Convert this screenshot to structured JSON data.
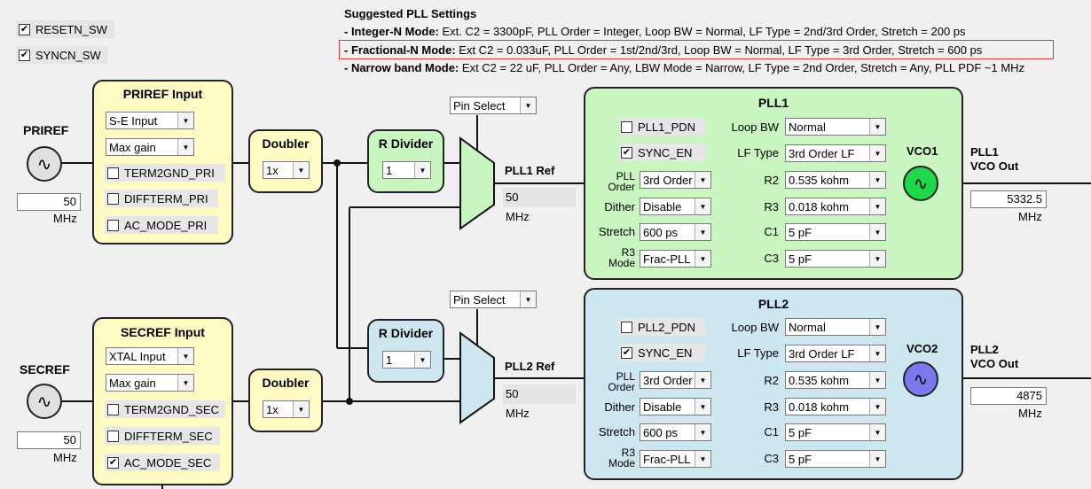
{
  "top_checkboxes": [
    {
      "label": "RESETN_SW",
      "checked": true
    },
    {
      "label": "SYNCN_SW",
      "checked": true
    }
  ],
  "suggested": {
    "title": "Suggested PLL Settings",
    "lines": [
      {
        "bold": "- Integer-N Mode:",
        "rest": " Ext. C2 = 3300pF, PLL Order = Integer, Loop BW = Normal, LF Type = 2nd/3rd Order, Stretch = 200 ps"
      },
      {
        "bold": "- Fractional-N Mode:",
        "rest": " Ext C2 = 0.033uF, PLL Order = 1st/2nd/3rd, Loop BW = Normal, LF Type = 3rd Order, Stretch = 600 ps",
        "highlight": true
      },
      {
        "bold": "- Narrow band Mode:",
        "rest": " Ext C2 = 22 uF, PLL Order = Any, LBW Mode = Narrow, LF Type = 2nd Order, Stretch = Any, PLL PDF ~1 MHz"
      }
    ],
    "highlight_color": "#d9383a"
  },
  "priref": {
    "label": "PRIREF",
    "freq": "50",
    "unit": "MHz",
    "panel_title": "PRIREF Input",
    "input_type": "S-E Input",
    "gain": "Max gain",
    "checks": [
      {
        "label": "TERM2GND_PRI",
        "checked": false
      },
      {
        "label": "DIFFTERM_PRI",
        "checked": false
      },
      {
        "label": "AC_MODE_PRI",
        "checked": false
      }
    ]
  },
  "secref": {
    "label": "SECREF",
    "freq": "50",
    "unit": "MHz",
    "panel_title": "SECREF Input",
    "input_type": "XTAL Input",
    "gain": "Max gain",
    "checks": [
      {
        "label": "TERM2GND_SEC",
        "checked": false
      },
      {
        "label": "DIFFTERM_SEC",
        "checked": false
      },
      {
        "label": "AC_MODE_SEC",
        "checked": true
      }
    ]
  },
  "doubler1": {
    "title": "Doubler",
    "value": "1x"
  },
  "doubler2": {
    "title": "Doubler",
    "value": "1x"
  },
  "rdiv1": {
    "title": "R Divider",
    "value": "1"
  },
  "rdiv2": {
    "title": "R Divider",
    "value": "1"
  },
  "mux1": {
    "select": "Pin Select",
    "ref_label": "PLL1 Ref",
    "ref_value": "50",
    "unit": "MHz"
  },
  "mux2": {
    "select": "Pin Select",
    "ref_label": "PLL2 Ref",
    "ref_value": "50",
    "unit": "MHz"
  },
  "pll1": {
    "title": "PLL1",
    "pdn_label": "PLL1_PDN",
    "pdn_checked": false,
    "sync_label": "SYNC_EN",
    "sync_checked": true,
    "order_label_1": "PLL",
    "order_label_2": "Order",
    "order": "3rd Order",
    "dither_label": "Dither",
    "dither": "Disable",
    "stretch_label": "Stretch",
    "stretch": "600 ps",
    "r3mode_label_1": "R3",
    "r3mode_label_2": "Mode",
    "r3mode": "Frac-PLL",
    "loopbw_label": "Loop BW",
    "loopbw": "Normal",
    "lftype_label": "LF Type",
    "lftype": "3rd Order LF",
    "r2_label": "R2",
    "r2": "0.535 kohm",
    "r3_label": "R3",
    "r3": "0.018 kohm",
    "c1_label": "C1",
    "c1": "5 pF",
    "c3_label": "C3",
    "c3": "5 pF",
    "vco_label": "VCO1",
    "out_label_1": "PLL1",
    "out_label_2": "VCO Out",
    "out_value": "5332.5",
    "out_unit": "MHz",
    "color": "#c8f5c0",
    "vco_color": "#1ed94a"
  },
  "pll2": {
    "title": "PLL2",
    "pdn_label": "PLL2_PDN",
    "pdn_checked": false,
    "sync_label": "SYNC_EN",
    "sync_checked": true,
    "order_label_1": "PLL",
    "order_label_2": "Order",
    "order": "3rd Order",
    "dither_label": "Dither",
    "dither": "Disable",
    "stretch_label": "Stretch",
    "stretch": "600 ps",
    "r3mode_label_1": "R3",
    "r3mode_label_2": "Mode",
    "r3mode": "Frac-PLL",
    "loopbw_label": "Loop BW",
    "loopbw": "Normal",
    "lftype_label": "LF Type",
    "lftype": "3rd Order LF",
    "r2_label": "R2",
    "r2": "0.535 kohm",
    "r3_label": "R3",
    "r3": "0.018 kohm",
    "c1_label": "C1",
    "c1": "5 pF",
    "c3_label": "C3",
    "c3": "5 pF",
    "vco_label": "VCO2",
    "out_label_1": "PLL2",
    "out_label_2": "VCO Out",
    "out_value": "4875",
    "out_unit": "MHz",
    "color": "#cde6f0",
    "vco_color": "#7a7aee"
  },
  "colors": {
    "ref_panel": "#fff9c4",
    "divider_panel_top": "#c8f5c0",
    "divider_panel_bottom": "#cde6f0",
    "mux_top": "#c8f5c0",
    "mux_bottom": "#cde6f0"
  },
  "check_mark": "✔",
  "arrow_glyph": "▼",
  "osc_glyph": "∿"
}
